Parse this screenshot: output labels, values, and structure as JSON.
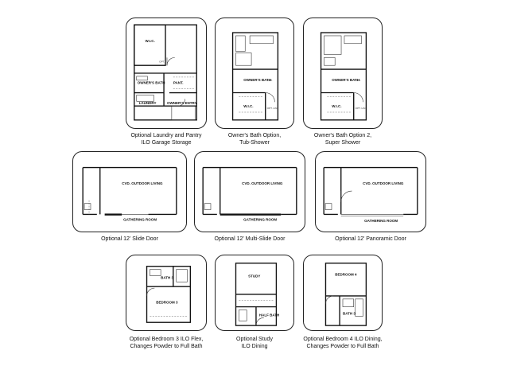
{
  "plans": [
    {
      "id": "laundry-pantry",
      "caption": [
        "Optional Laundry and Pantry",
        "ILO Garage Storage"
      ],
      "labels": {
        "wic": "W.I.C.",
        "owners_bath": "OWNER'S BATH",
        "pant": "PANT.",
        "laundry": "LAUNDRY",
        "owners_entry": "OWNER'S ENTRY",
        "opt": "OPT."
      }
    },
    {
      "id": "owners-bath-tub",
      "caption": [
        "Owner's Bath Option,",
        "Tub-Shower"
      ],
      "labels": {
        "owners_bath": "OWNER'S BATH",
        "opt": "OPT.",
        "wic": "W.I.C.",
        "lin": "OPT. LIN."
      }
    },
    {
      "id": "owners-bath-super",
      "caption": [
        "Owner's Bath Option 2,",
        "Super Shower"
      ],
      "labels": {
        "owners_bath": "OWNER'S BATH",
        "opt": "OPT.",
        "wic": "W.I.C.",
        "lin": "OPT. LIN."
      }
    },
    {
      "id": "slide-door",
      "caption": [
        "Optional 12' Slide Door"
      ],
      "labels": {
        "cvd": "CVD. OUTDOOR LIVING",
        "gathering": "GATHERING ROOM"
      }
    },
    {
      "id": "multi-slide",
      "caption": [
        "Optional 12' Multi-Slide Door"
      ],
      "labels": {
        "cvd": "CVD. OUTDOOR LIVING",
        "gathering": "GATHERING ROOM"
      }
    },
    {
      "id": "panoramic",
      "caption": [
        "Optional 12' Panoramic Door"
      ],
      "labels": {
        "cvd": "CVD. OUTDOOR LIVING",
        "gathering": "GATHERING ROOM"
      }
    },
    {
      "id": "bedroom3-flex",
      "caption": [
        "Optional Bedroom 3 ILO Flex,",
        "Changes Powder to Full Bath"
      ],
      "labels": {
        "bath": "BATH 3",
        "bedroom": "BEDROOM 3"
      }
    },
    {
      "id": "study-dining",
      "caption": [
        "Optional Study",
        "ILO Dining"
      ],
      "labels": {
        "study": "STUDY",
        "half_bath": "HALF BATH"
      }
    },
    {
      "id": "bedroom4-dining",
      "caption": [
        "Optional Bedroom 4 ILO Dining,",
        "Changes Powder to Full Bath"
      ],
      "labels": {
        "bedroom": "BEDROOM 4",
        "bath": "BATH 3"
      }
    }
  ]
}
